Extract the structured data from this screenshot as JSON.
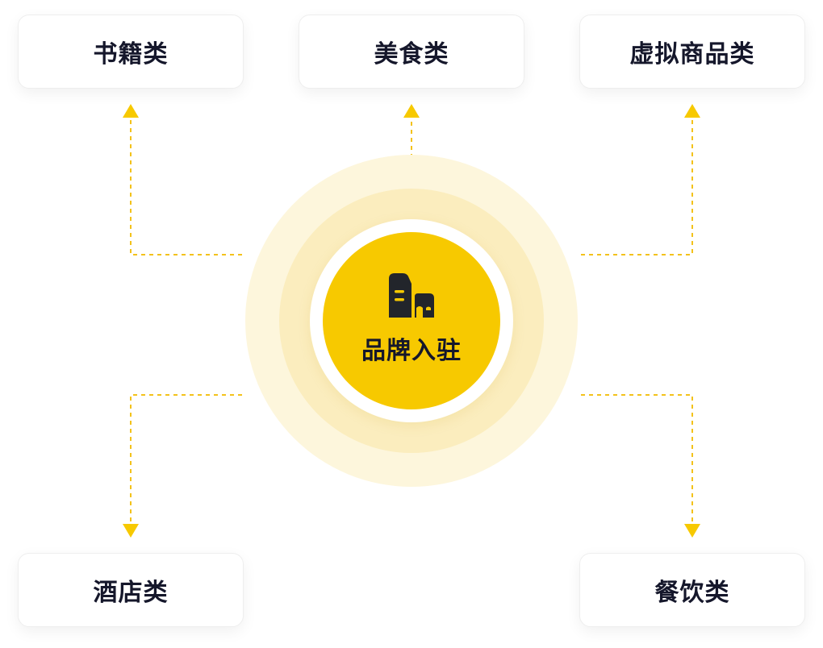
{
  "center": {
    "label": "品牌入驻",
    "icon": "building-icon",
    "color": "#f7c900"
  },
  "categories": [
    {
      "label": "书籍类"
    },
    {
      "label": "美食类"
    },
    {
      "label": "虚拟商品类"
    },
    {
      "label": "酒店类"
    },
    {
      "label": "餐饮类"
    }
  ],
  "colors": {
    "accent": "#f7c900",
    "connector": "#f3c21b",
    "text": "#15172b",
    "ring_outer": "#fdf6dc",
    "ring_middle": "#fbedbe"
  }
}
